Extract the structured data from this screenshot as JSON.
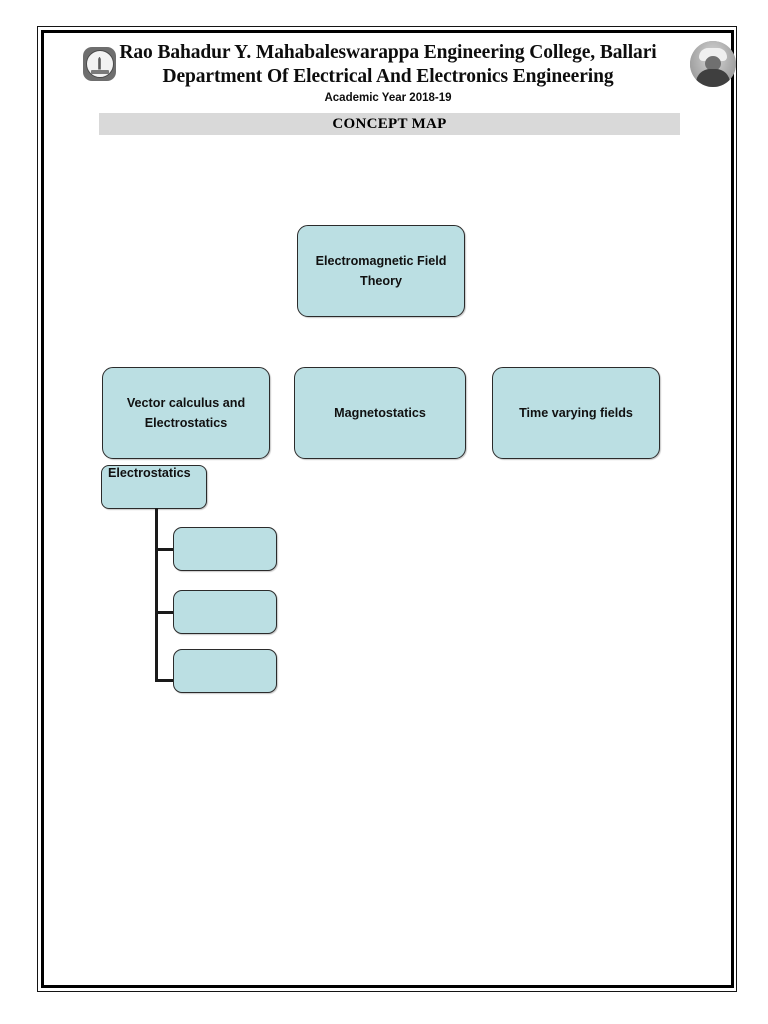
{
  "document": {
    "header": {
      "institution": "Rao Bahadur Y. Mahabaleswarappa Engineering College, Ballari",
      "department": "Department Of Electrical And Electronics Engineering",
      "academic_year": "Academic Year 2018-19",
      "left_logo": "college-seal-logo",
      "right_logo": "founder-portrait-photo"
    },
    "banner": {
      "title": "CONCEPT MAP"
    }
  },
  "concept_map": {
    "root": {
      "label": "Electromagnetic Field Theory"
    },
    "level2": [
      {
        "label": "Vector calculus and Electrostatics"
      },
      {
        "label": "Magnetostatics"
      },
      {
        "label": "Time varying fields"
      }
    ],
    "level3": {
      "parent": "Electrostatics",
      "children": [
        {
          "label": ""
        },
        {
          "label": ""
        },
        {
          "label": ""
        }
      ]
    }
  },
  "colors": {
    "box_fill": "#bbdfe3",
    "box_border": "#2b2b2b",
    "banner_fill": "#d9d9d9",
    "page_border": "#000000",
    "text": "#111111"
  }
}
